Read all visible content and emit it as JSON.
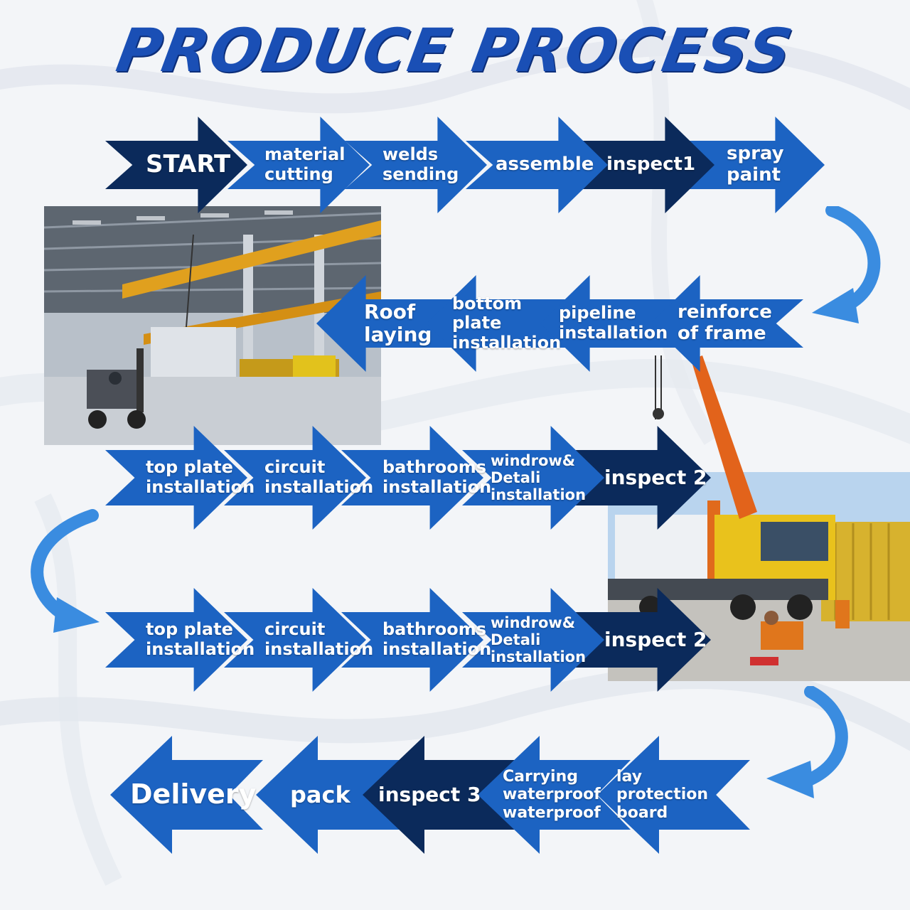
{
  "title": "PRODUCE PROCESS",
  "colors": {
    "arrow_light": "#1c63c2",
    "arrow_dark": "#0b2a5b",
    "turn_arrow": "#3a8ce0",
    "title": "#1a4fb5"
  },
  "rows": [
    {
      "steps": [
        {
          "label": "START",
          "tone": "dark"
        },
        {
          "label": "material\ncutting",
          "tone": "light"
        },
        {
          "label": "welds\nsending",
          "tone": "light"
        },
        {
          "label": "assemble",
          "tone": "light"
        },
        {
          "label": "inspect1",
          "tone": "dark"
        },
        {
          "label": "spray\npaint",
          "tone": "light"
        }
      ]
    },
    {
      "steps": [
        {
          "label": "Roof\nlaying",
          "tone": "light"
        },
        {
          "label": "bottom\nplate\ninstallation",
          "tone": "light"
        },
        {
          "label": "pipeline\ninstallation",
          "tone": "light"
        },
        {
          "label": "reinforce\nof frame",
          "tone": "light"
        }
      ]
    },
    {
      "steps": [
        {
          "label": "top plate\ninstallation",
          "tone": "light"
        },
        {
          "label": "circuit\ninstallation",
          "tone": "light"
        },
        {
          "label": "bathrooms\ninstallation",
          "tone": "light"
        },
        {
          "label": "windrow&\nDetali\ninstallation",
          "tone": "light"
        },
        {
          "label": "inspect 2",
          "tone": "dark"
        }
      ]
    },
    {
      "steps": [
        {
          "label": "top plate\ninstallation",
          "tone": "light"
        },
        {
          "label": "circuit\ninstallation",
          "tone": "light"
        },
        {
          "label": "bathrooms\ninstallation",
          "tone": "light"
        },
        {
          "label": "windrow&\nDetali\ninstallation",
          "tone": "light"
        },
        {
          "label": "inspect 2",
          "tone": "dark"
        }
      ]
    },
    {
      "steps": [
        {
          "label": "Delivery",
          "tone": "light"
        },
        {
          "label": "pack",
          "tone": "light"
        },
        {
          "label": "inspect 3",
          "tone": "dark"
        },
        {
          "label": "Carrying\nwaterproof\nwaterproof",
          "tone": "light"
        },
        {
          "label": "lay\nprotection\nboard",
          "tone": "light"
        }
      ]
    }
  ],
  "photos": [
    {
      "name": "factory-photo",
      "subject": "factory hall with overhead crane, forklift and truck"
    },
    {
      "name": "crane-truck-photo",
      "subject": "crane truck loading container house, workers on site"
    }
  ]
}
